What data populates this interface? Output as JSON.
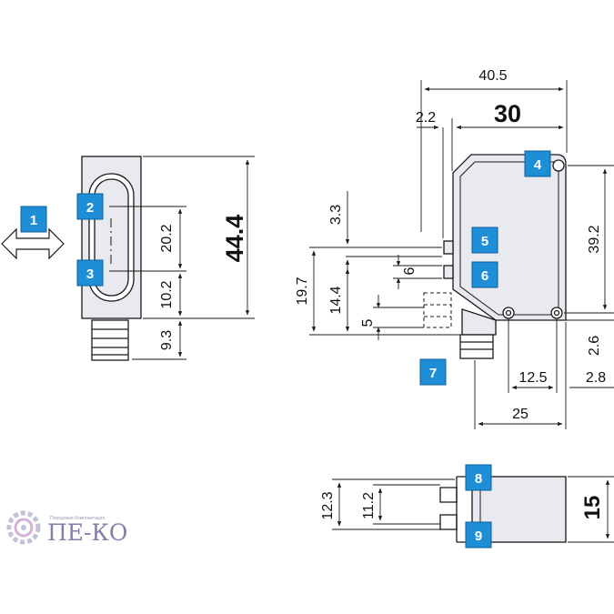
{
  "colors": {
    "body_fill": "#e8eaef",
    "line": "#1a1a1a",
    "callout_fill": "#1e8fd6",
    "callout_text": "#ffffff",
    "watermark": "#6b6b9a"
  },
  "callouts": [
    "1",
    "2",
    "3",
    "4",
    "5",
    "6",
    "7",
    "8",
    "9"
  ],
  "dimensions": {
    "front_height": "44.4",
    "slot_span": "20.2",
    "lower_offset": "10.2",
    "connector_offset": "9.3",
    "side_overall_width": "40.5",
    "side_body_width": "30",
    "front_lens_offset": "2.2",
    "upper_gap": "3.3",
    "mid_gap": "6",
    "led_height": "19.7",
    "lower_height": "14.4",
    "bottom_gap": "5",
    "hole_spacing_vertical": "39.2",
    "hole_offset_bottom": "2.6",
    "hole_spacing_horizontal": "12.5",
    "hole_offset_right": "2.8",
    "connector_distance": "25",
    "top_left_height": "12.3",
    "top_inner_height": "11.2",
    "top_width": "15"
  },
  "watermark": {
    "small_text": "Передовая Комплектация",
    "big_text": "ПЕ-КО"
  }
}
